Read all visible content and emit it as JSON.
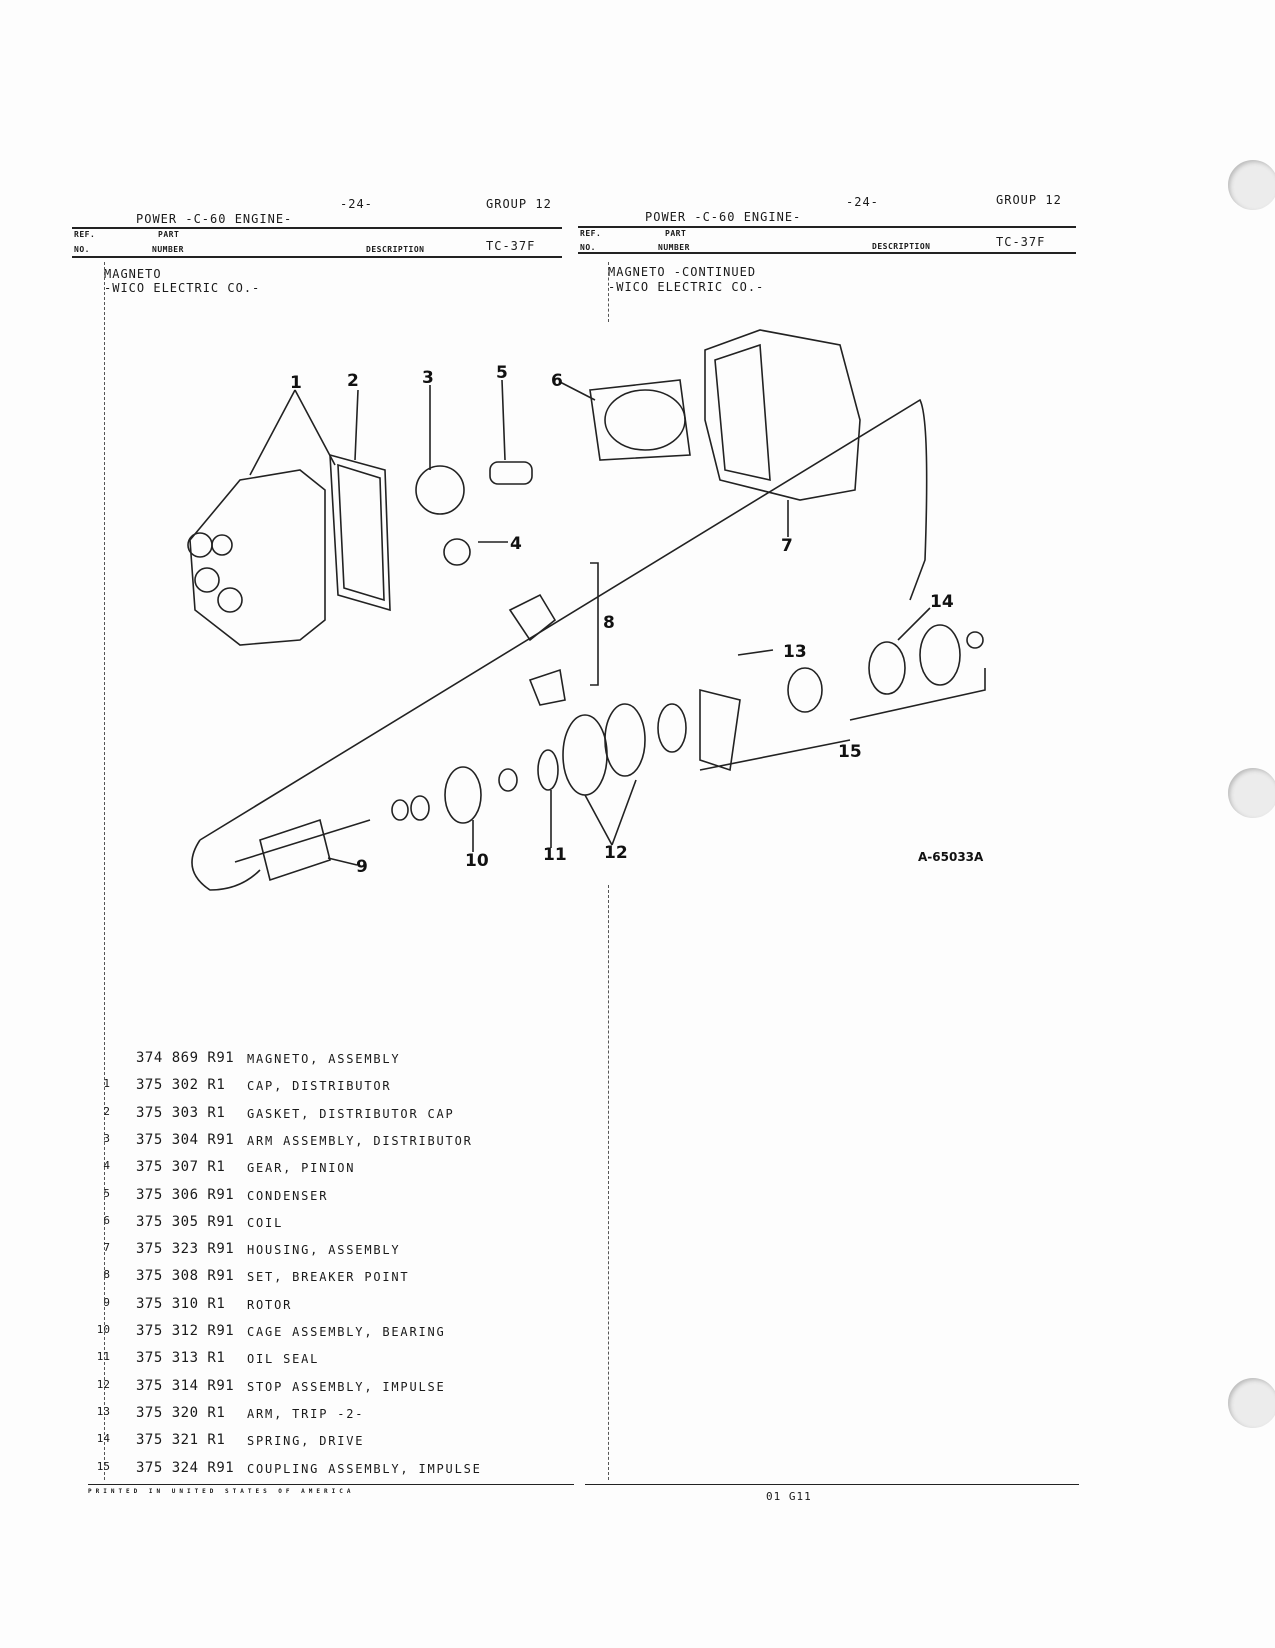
{
  "left_column": {
    "page_number": "-24-",
    "group": "GROUP 12",
    "title": "POWER -C-60 ENGINE-",
    "header_ref": "REF.",
    "header_no": "NO.",
    "header_part": "PART",
    "header_number": "NUMBER",
    "header_description": "DESCRIPTION",
    "code": "TC-37F",
    "section_title": "MAGNETO",
    "section_subtitle": "-WICO ELECTRIC CO.-"
  },
  "right_column": {
    "page_number": "-24-",
    "group": "GROUP 12",
    "title": "POWER -C-60 ENGINE-",
    "header_ref": "REF.",
    "header_no": "NO.",
    "header_part": "PART",
    "header_number": "NUMBER",
    "header_description": "DESCRIPTION",
    "code": "TC-37F",
    "section_title": "MAGNETO  -CONTINUED",
    "section_subtitle": "-WICO ELECTRIC CO.-"
  },
  "diagram": {
    "figure_id": "A-65033A",
    "callouts": [
      "1",
      "2",
      "3",
      "4",
      "5",
      "6",
      "7",
      "8",
      "9",
      "10",
      "11",
      "12",
      "13",
      "14",
      "15"
    ]
  },
  "parts": [
    {
      "ref": "",
      "part": "374 869 R91",
      "desc": "MAGNETO, ASSEMBLY"
    },
    {
      "ref": "1",
      "part": "375 302 R1",
      "desc": "CAP, DISTRIBUTOR"
    },
    {
      "ref": "2",
      "part": "375 303 R1",
      "desc": "GASKET, DISTRIBUTOR CAP"
    },
    {
      "ref": "3",
      "part": "375 304 R91",
      "desc": "ARM ASSEMBLY, DISTRIBUTOR"
    },
    {
      "ref": "4",
      "part": "375 307 R1",
      "desc": "GEAR, PINION"
    },
    {
      "ref": "5",
      "part": "375 306 R91",
      "desc": "CONDENSER"
    },
    {
      "ref": "6",
      "part": "375 305 R91",
      "desc": "COIL"
    },
    {
      "ref": "7",
      "part": "375 323 R91",
      "desc": "HOUSING, ASSEMBLY"
    },
    {
      "ref": "8",
      "part": "375 308 R91",
      "desc": "SET, BREAKER POINT"
    },
    {
      "ref": "9",
      "part": "375 310 R1",
      "desc": "ROTOR"
    },
    {
      "ref": "10",
      "part": "375 312 R91",
      "desc": "CAGE ASSEMBLY, BEARING"
    },
    {
      "ref": "11",
      "part": "375 313 R1",
      "desc": "OIL SEAL"
    },
    {
      "ref": "12",
      "part": "375 314 R91",
      "desc": "STOP ASSEMBLY, IMPULSE"
    },
    {
      "ref": "13",
      "part": "375 320 R1",
      "desc": "ARM, TRIP -2-"
    },
    {
      "ref": "14",
      "part": "375 321 R1",
      "desc": "SPRING, DRIVE"
    },
    {
      "ref": "15",
      "part": "375 324 R91",
      "desc": "COUPLING ASSEMBLY, IMPULSE"
    }
  ],
  "footer": {
    "printed": "PRINTED IN UNITED STATES OF AMERICA",
    "code": "01 G11"
  }
}
